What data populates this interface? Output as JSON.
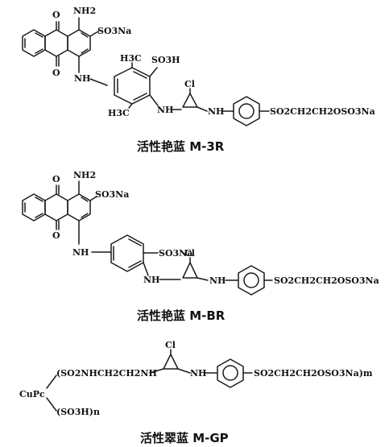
{
  "dyes": [
    {
      "caption": "活性艳蓝 M-3R",
      "labels": {
        "o_top": "O",
        "nh2": "NH2",
        "so3na": "SO3Na",
        "o_bottom": "O",
        "h3c_top": "H3C",
        "so3h": "SO3H",
        "nh_link": "NH",
        "cl": "Cl",
        "h3c_bottom": "H3C",
        "nh_mid": "NH",
        "nh_right": "NH",
        "tail": "SO2CH2CH2OSO3Na"
      }
    },
    {
      "caption": "活性艳蓝 M-BR",
      "labels": {
        "o_top": "O",
        "nh2": "NH2",
        "so3na": "SO3Na",
        "o_bottom": "O",
        "nh_link": "NH",
        "so3na_ring": "SO3Na",
        "cl": "Cl",
        "nh_mid": "NH",
        "nh_right": "NH",
        "tail": "SO2CH2CH2OSO3Na"
      }
    },
    {
      "caption": "活性翠蓝 M-GP",
      "labels": {
        "cupc": "CuPc",
        "chain": "(SO2NHCH2CH2NH",
        "cl": "Cl",
        "nh_right": "NH",
        "tail": "SO2CH2CH2OSO3Na)m",
        "so3h": "(SO3H)n"
      }
    }
  ]
}
